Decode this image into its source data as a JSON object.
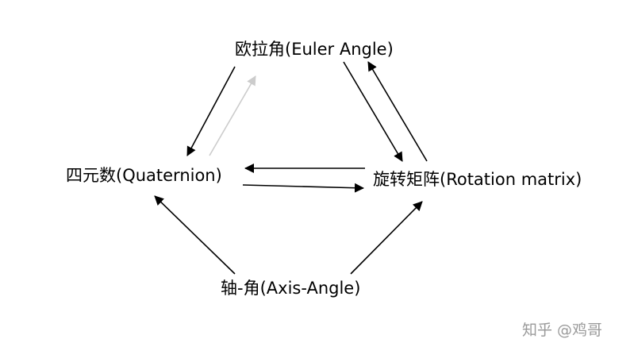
{
  "diagram": {
    "nodes": {
      "euler": "欧拉角(Euler Angle)",
      "quaternion": "四元数(Quaternion)",
      "rotation": "旋转矩阵(Rotation matrix)",
      "axis_angle": "轴-角(Axis-Angle)"
    },
    "edges": [
      {
        "from": "euler",
        "to": "quaternion",
        "color": "#000000"
      },
      {
        "from": "quaternion",
        "to": "euler",
        "color": "#cccccc"
      },
      {
        "from": "euler",
        "to": "rotation",
        "color": "#000000"
      },
      {
        "from": "rotation",
        "to": "euler",
        "color": "#000000"
      },
      {
        "from": "rotation",
        "to": "quaternion",
        "color": "#000000"
      },
      {
        "from": "quaternion",
        "to": "rotation",
        "color": "#000000"
      },
      {
        "from": "axis_angle",
        "to": "quaternion",
        "color": "#000000"
      },
      {
        "from": "axis_angle",
        "to": "rotation",
        "color": "#000000"
      }
    ]
  },
  "watermark": "知乎 @鸡哥",
  "colors": {
    "arrow": "#000000",
    "arrow_faded": "#cccccc",
    "watermark": "#9a9a9a"
  }
}
